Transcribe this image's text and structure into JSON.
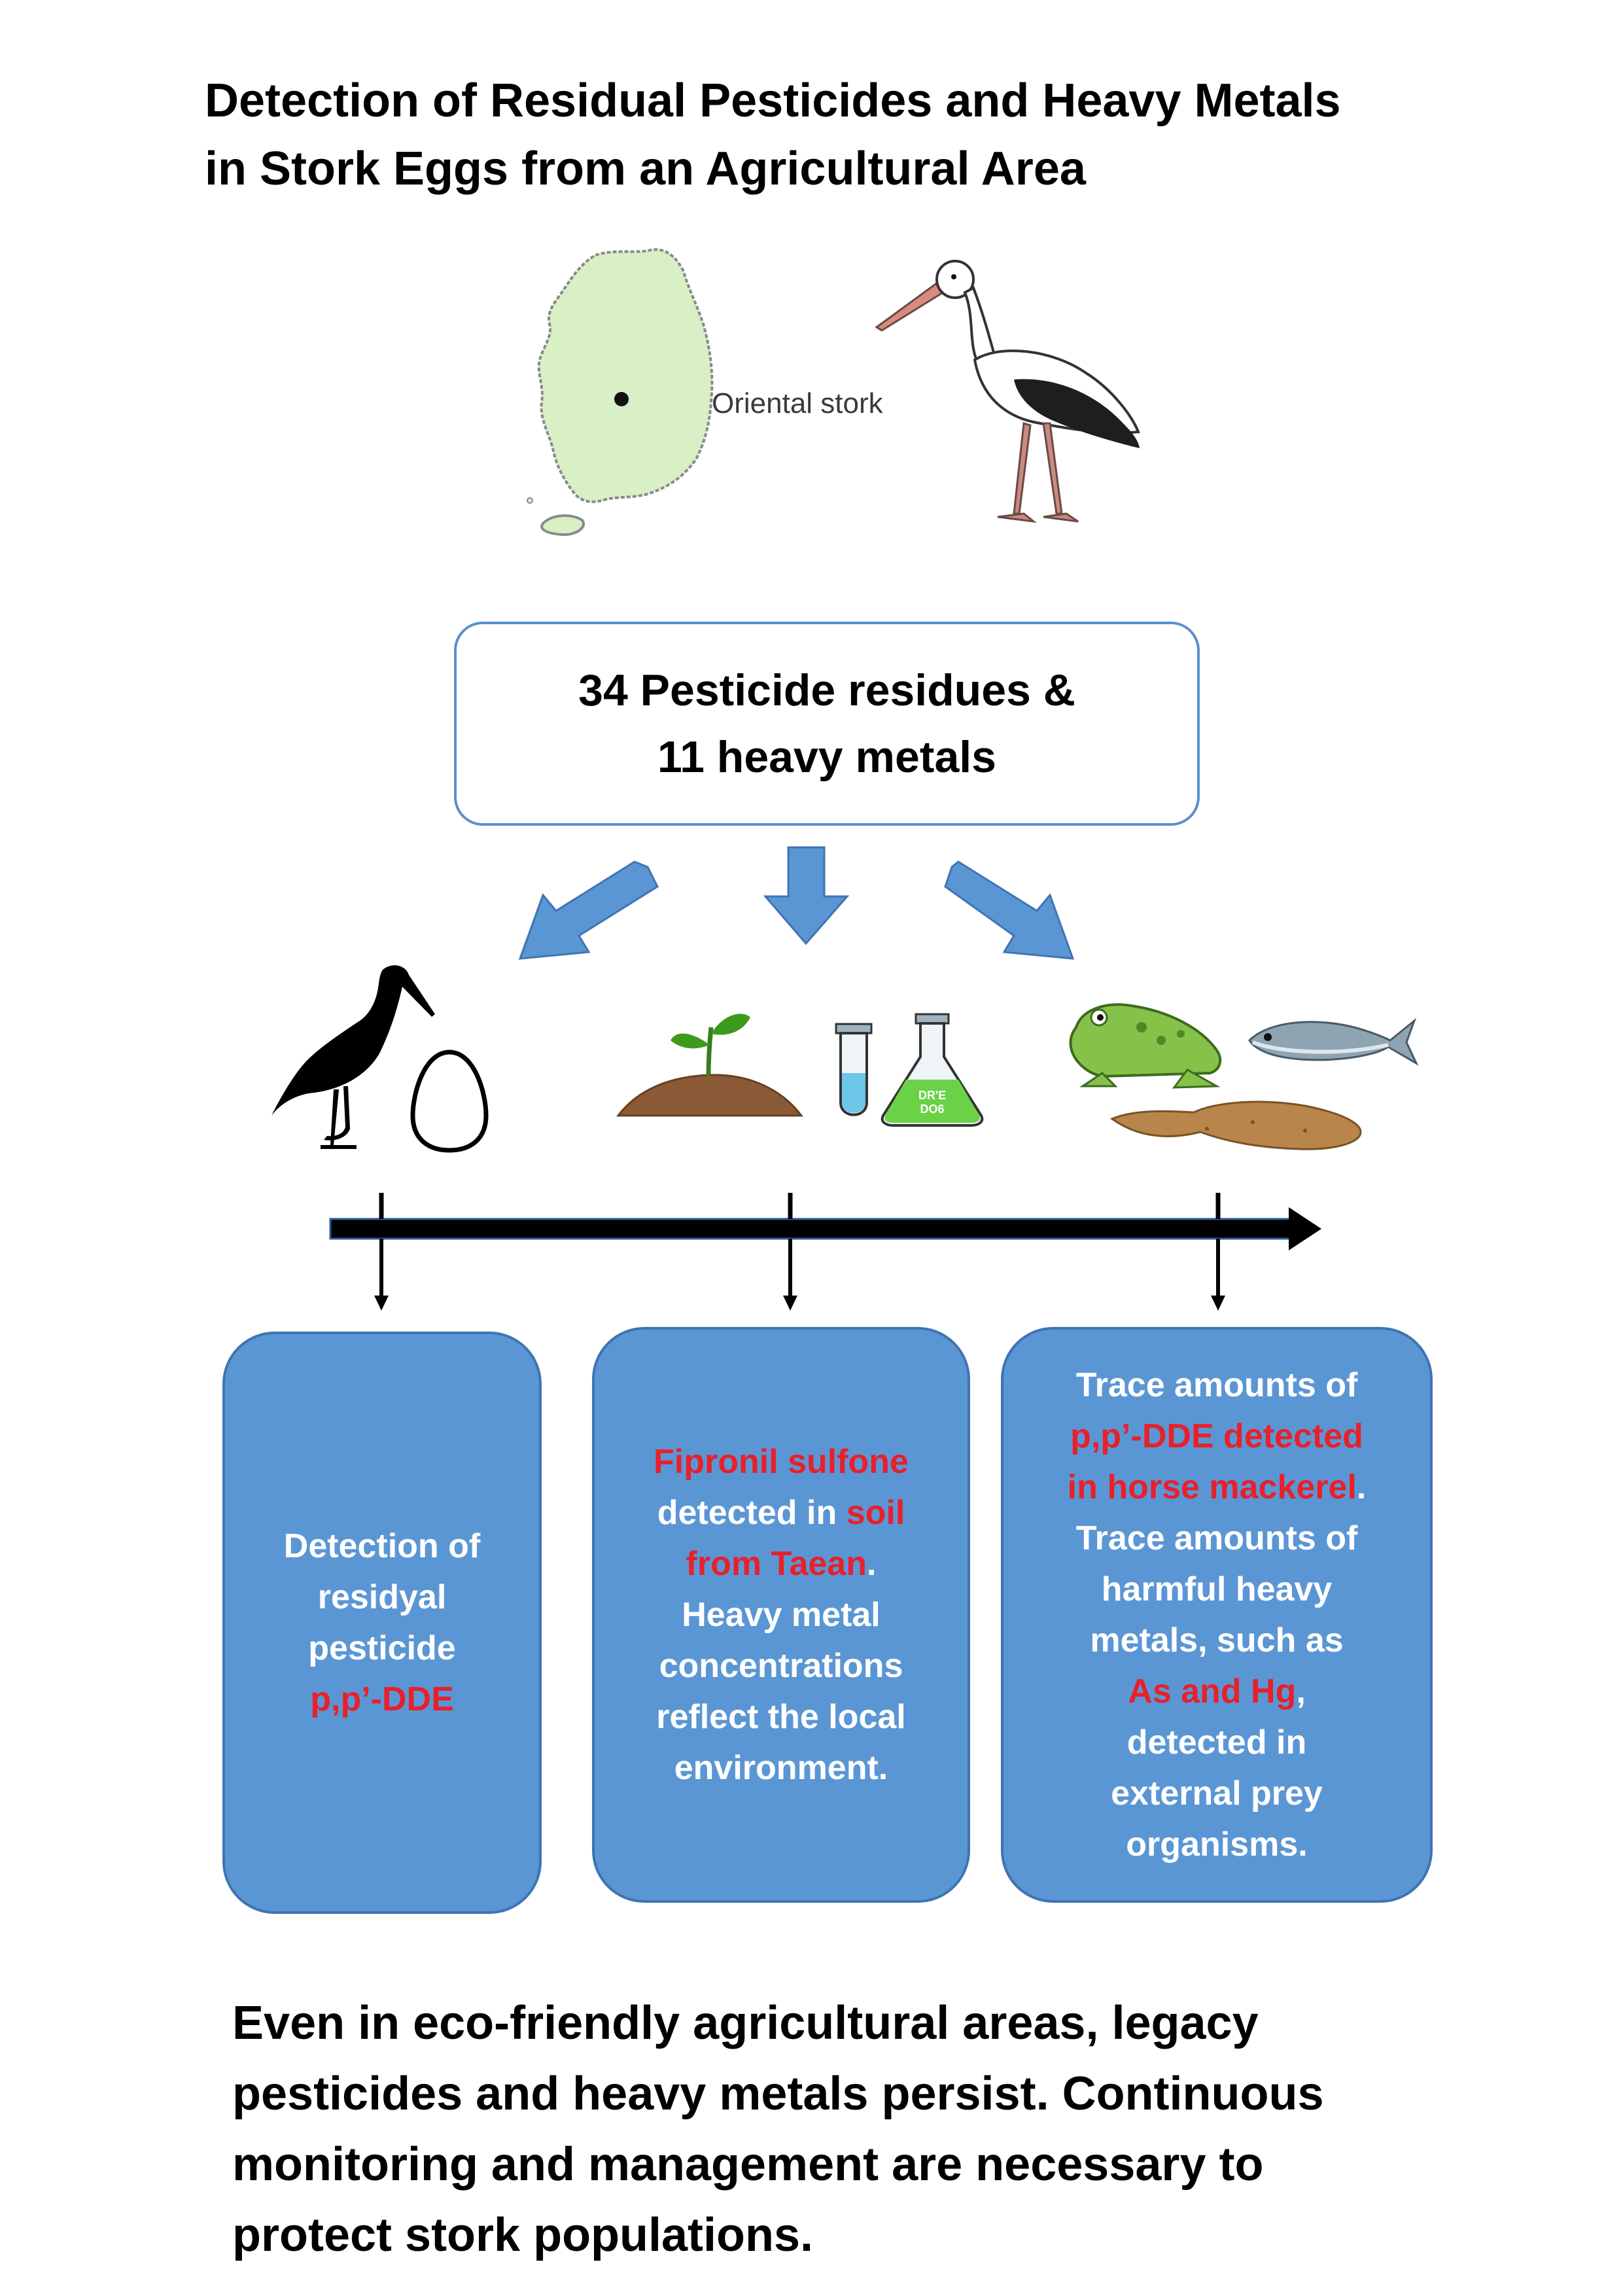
{
  "title": {
    "line1": "Detection of Residual Pesticides and Heavy Metals",
    "line2": "in Stork Eggs from an Agricultural Area"
  },
  "map_label": "Oriental stork",
  "center_box": {
    "line1": "34 Pesticide residues &",
    "line2": "11 heavy metals"
  },
  "box_left": {
    "line1": "Detection of",
    "line2": "residyal",
    "line3": "pesticide",
    "line4_hl": "p,p’-DDE"
  },
  "box_mid": {
    "l1_hl": "Fipronil sulfone",
    "l2_a": "detected in ",
    "l2_hl": "soil",
    "l3_hl": "from Taean",
    "l3_b": ".",
    "l4": "Heavy metal",
    "l5": "concentrations",
    "l6": "reflect the local",
    "l7": "environment."
  },
  "box_right": {
    "l1": "Trace amounts of",
    "l2_hl": "p,p’-DDE detected",
    "l3_hl": "in horse mackerel",
    "l3_b": ".",
    "l4": "Trace amounts of",
    "l5": "harmful heavy",
    "l6": "metals, such as",
    "l7_hl": "As and Hg",
    "l7_b": ",",
    "l8": "detected in",
    "l9": "external prey",
    "l10": "organisms."
  },
  "conclusion": {
    "line1": "Even in eco-friendly agricultural areas, legacy",
    "line2": "pesticides and heavy metals persist. Continuous",
    "line3": "monitoring and management are necessary to",
    "line4": "protect stork populations."
  },
  "colors": {
    "box_fill": "#5b96d4",
    "arrow_fill": "#5b96d4",
    "highlight": "#e8202a",
    "map_fill": "#d9efc6"
  },
  "icons": [
    "korea-map-icon",
    "stork-icon",
    "stork-silhouette-icon",
    "egg-icon",
    "seedling-soil-icon",
    "test-tube-icon",
    "flask-icon",
    "frog-icon",
    "fish-icon",
    "tadpole-icon"
  ]
}
